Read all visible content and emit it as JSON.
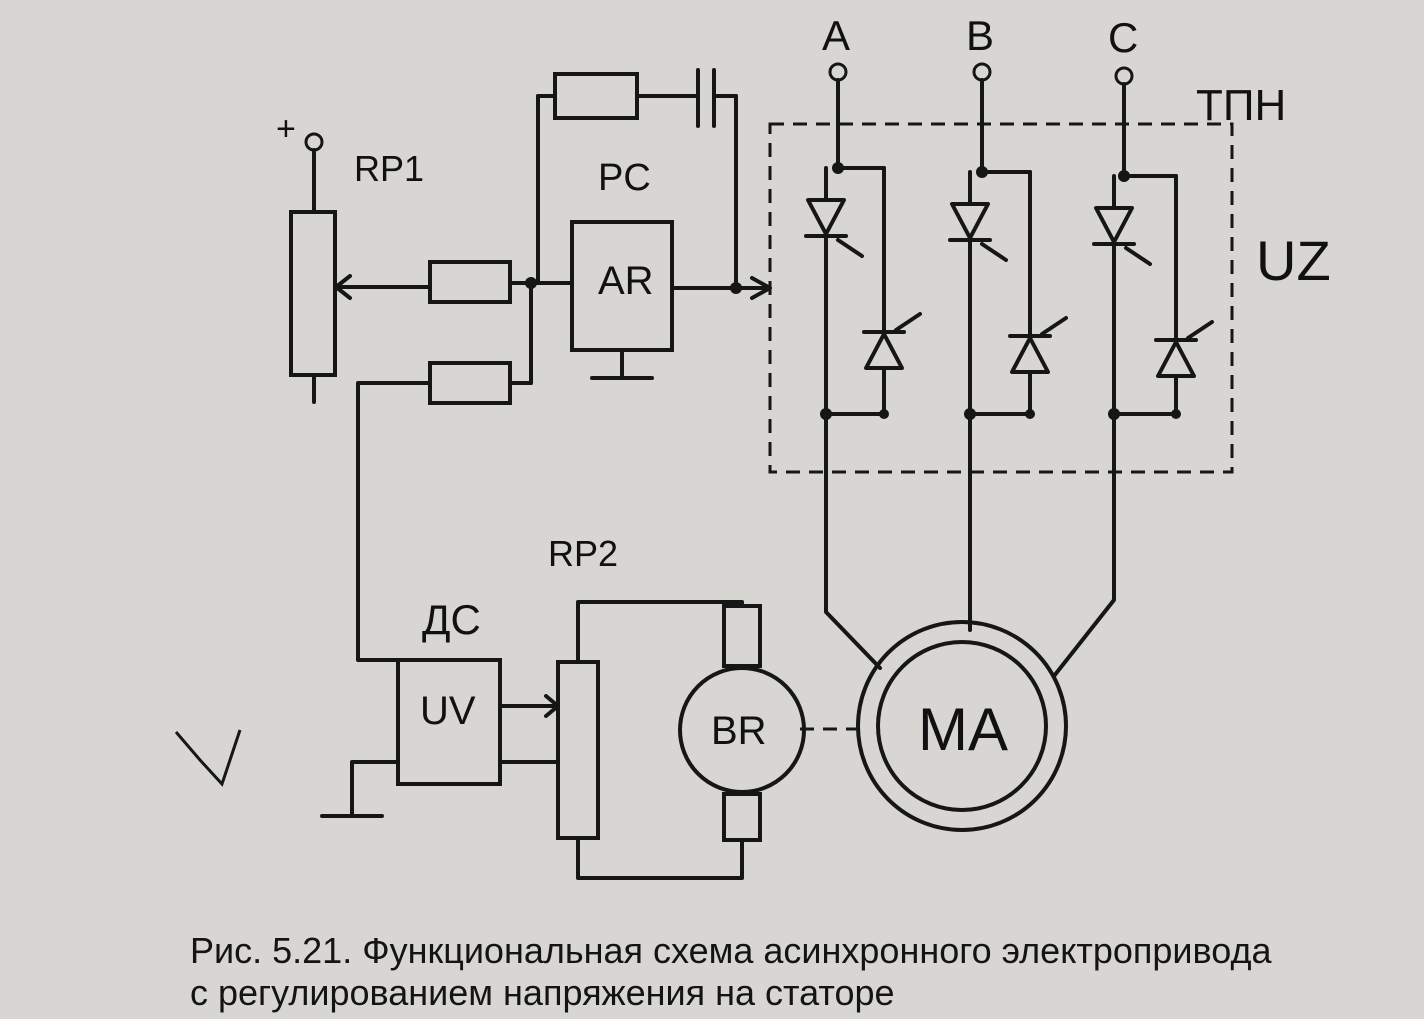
{
  "labels": {
    "plus": "+",
    "rp1": "RP1",
    "pc": "PC",
    "ar": "AR",
    "phase_a": "A",
    "phase_b": "B",
    "phase_c": "C",
    "tpn": "ТПН",
    "uz": "UZ",
    "rp2": "RP2",
    "ds": "ДС",
    "uv": "UV",
    "br": "BR",
    "ma": "MA"
  },
  "caption": {
    "line1": "Рис. 5.21. Функциональная схема асинхронного электропривода",
    "line2": "с регулированием напряжения на статоре"
  }
}
